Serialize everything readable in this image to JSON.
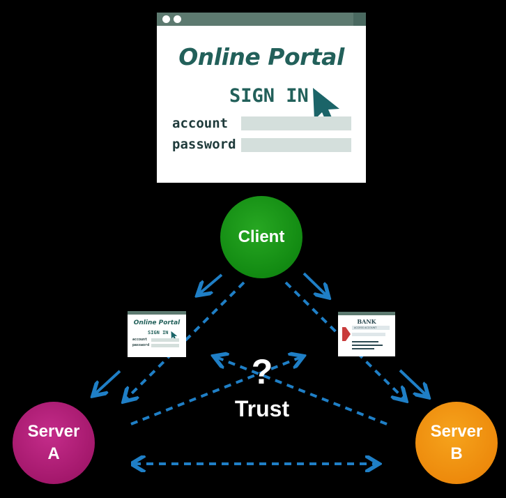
{
  "portal": {
    "title": "Online Portal",
    "sign_in": "SIGN IN",
    "account_label": "account",
    "password_label": "password"
  },
  "mini_portal": {
    "title": "Online Portal",
    "sign_in": "SIGN IN",
    "account_label": "account",
    "password_label": "password"
  },
  "bank": {
    "title": "BANK",
    "subtitle": "ACCESS ACCOUNT"
  },
  "nodes": {
    "client": "Client",
    "server_a_line1": "Server",
    "server_a_line2": "A",
    "server_b_line1": "Server",
    "server_b_line2": "B"
  },
  "trust": {
    "mark": "?",
    "label": "Trust"
  },
  "colors": {
    "arrow": "#1f7fc6",
    "portal_text": "#22605a",
    "client": "#1a9a1a",
    "server_a": "#a4186c",
    "server_b": "#ed8a0c"
  }
}
